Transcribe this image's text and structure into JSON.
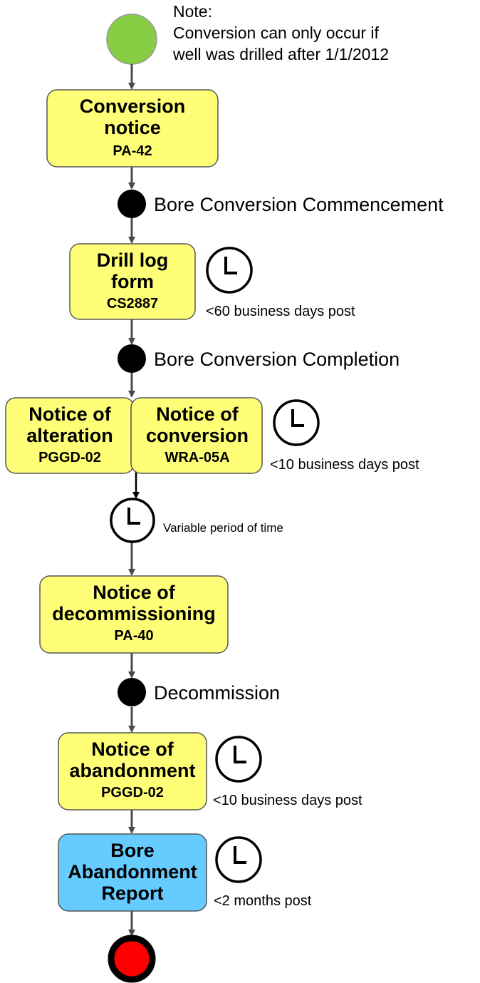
{
  "note": {
    "title": "Note:",
    "line1": "Conversion can only occur if",
    "line2": "well was drilled after 1/1/2012"
  },
  "boxes": {
    "conversion_notice": {
      "line1": "Conversion",
      "line2": "notice",
      "code": "PA-42"
    },
    "drill_log": {
      "line1": "Drill log",
      "line2": "form",
      "code": "CS2887"
    },
    "notice_alteration": {
      "line1": "Notice of",
      "line2": "alteration",
      "code": "PGGD-02"
    },
    "notice_conversion": {
      "line1": "Notice of",
      "line2": "conversion",
      "code": "WRA-05A"
    },
    "notice_decommissioning": {
      "line1": "Notice of",
      "line2": "decommissioning",
      "code": "PA-40"
    },
    "notice_abandonment": {
      "line1": "Notice of",
      "line2": "abandonment",
      "code": "PGGD-02"
    },
    "bore_report": {
      "line1": "Bore",
      "line2": "Abandonment",
      "line3": "Report"
    }
  },
  "events": {
    "commencement": "Bore Conversion Commencement",
    "completion": "Bore Conversion Completion",
    "decommission": "Decommission"
  },
  "timers": {
    "drill_log": "<60 business days post",
    "notices": "<10 business days post",
    "variable": "Variable period of time",
    "abandonment": "<10 business days post",
    "report": "<2 months post"
  },
  "colors": {
    "box_yellow": "#ffff77",
    "box_blue": "#66ccff",
    "start_green": "#88cc44",
    "end_red": "#ff0000",
    "event_black": "#000000"
  }
}
